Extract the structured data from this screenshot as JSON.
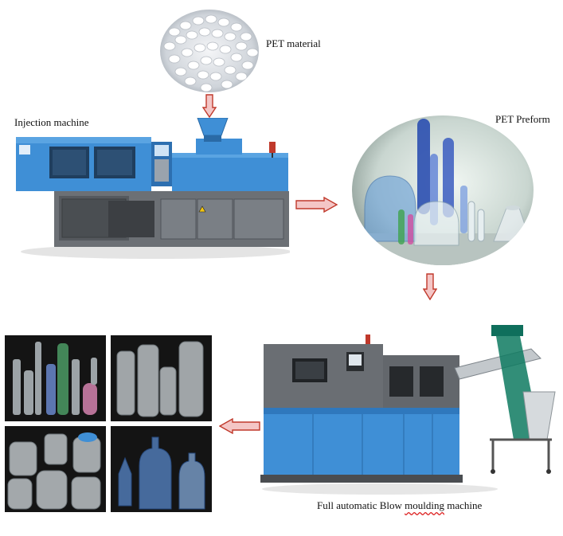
{
  "labels": {
    "pet_material": "PET material",
    "injection_machine": "Injection machine",
    "pet_preform": "PET Preform",
    "blow_prefix": "Full automatic Blow ",
    "blow_underlined": "moulding",
    "blow_suffix": " machine"
  },
  "colors": {
    "arrow_fill": "#f4c6c6",
    "arrow_stroke": "#c0392b",
    "machine_blue": "#3f8fd6",
    "machine_gray": "#6c7075",
    "photo_dark": "#141414"
  },
  "icons": {
    "flow_arrow": "block-arrow"
  }
}
